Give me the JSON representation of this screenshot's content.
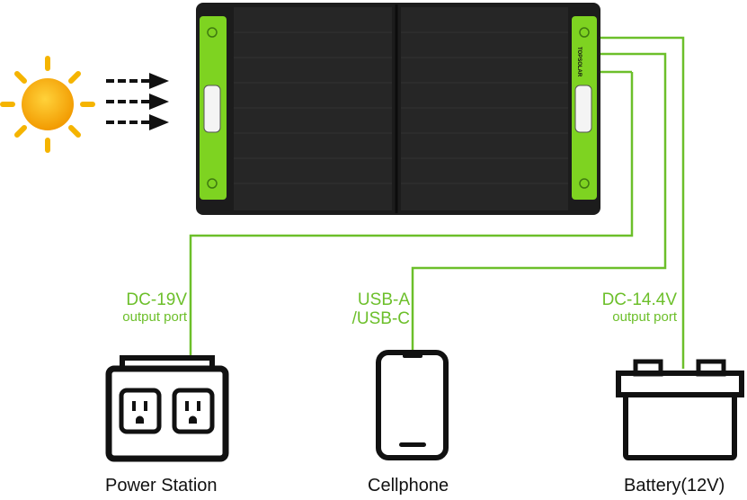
{
  "brand": "TOPSOLAR",
  "ports": {
    "dc19": {
      "line1": "DC-19V",
      "line2": "output port"
    },
    "usb": {
      "line1": "USB-A",
      "line2": "/USB-C"
    },
    "dc144": {
      "line1": "DC-14.4V",
      "line2": "output port"
    }
  },
  "devices": {
    "power_station": "Power Station",
    "cellphone": "Cellphone",
    "battery": "Battery(12V)"
  },
  "colors": {
    "accent_green": "#7ed321",
    "line_green": "#6cbf2a",
    "sun": "#f5a800",
    "panel": "#1e1e1e"
  }
}
